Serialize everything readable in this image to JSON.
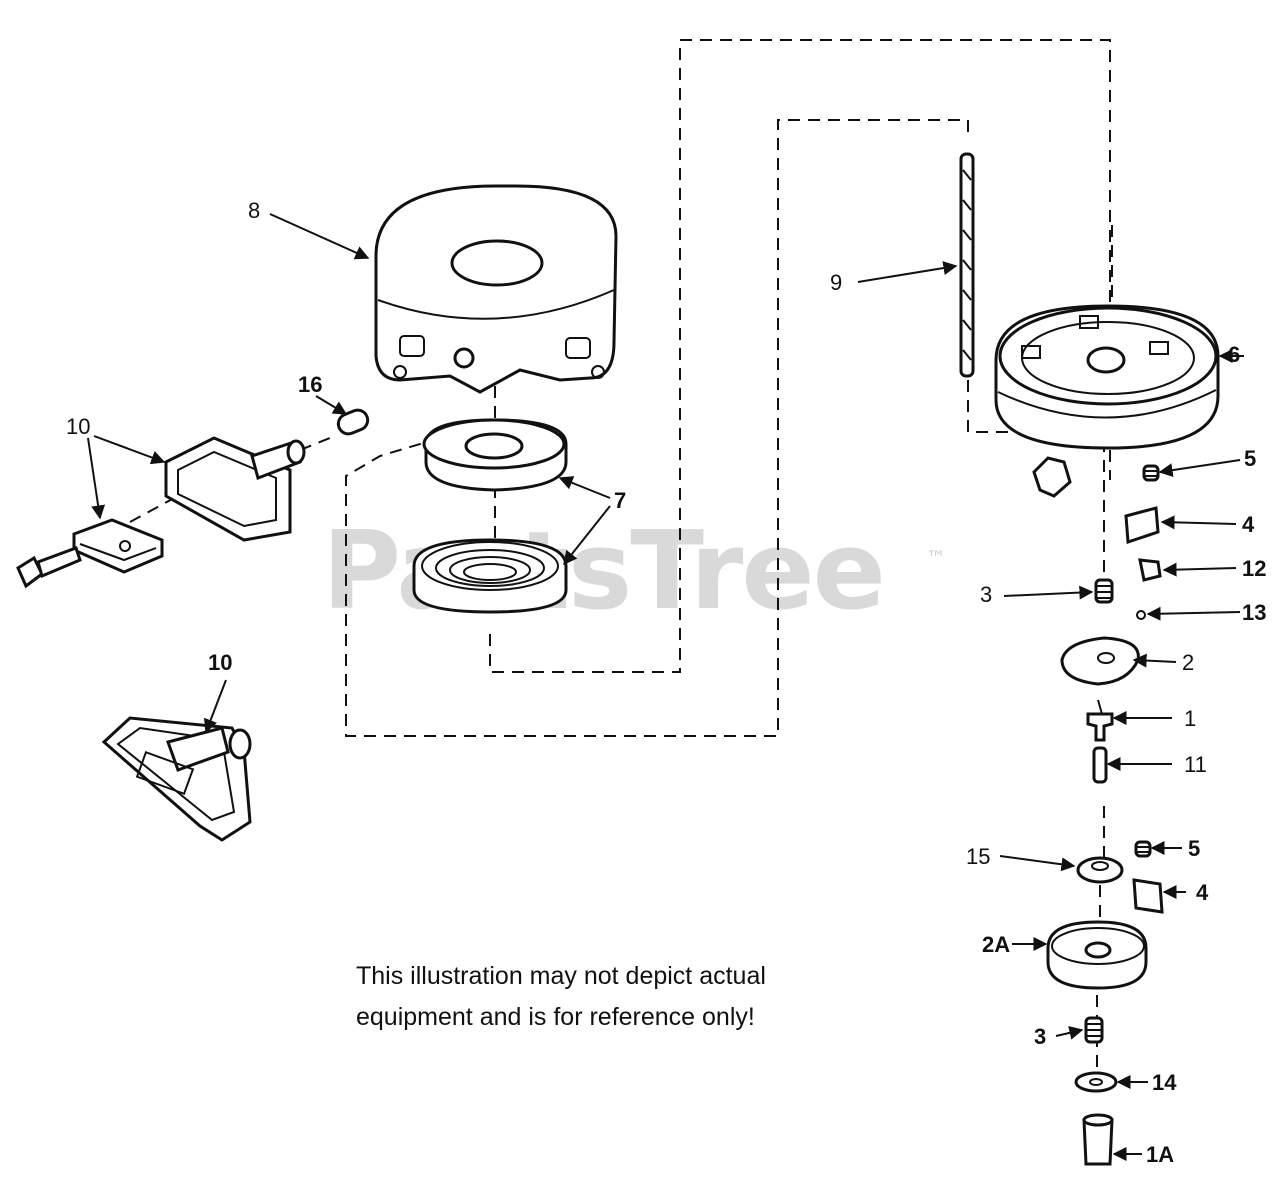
{
  "watermark": {
    "text": "PartsTree",
    "trademark": "™"
  },
  "disclaimer": {
    "line1": "This illustration may not depict actual",
    "line2": "equipment and is for reference only!"
  },
  "callouts": {
    "c8": "8",
    "c16": "16",
    "c10a": "10",
    "c10b": "10",
    "c7": "7",
    "c9": "9",
    "c6": "6",
    "c5a": "5",
    "c4a": "4",
    "c12": "12",
    "c3a": "3",
    "c13": "13",
    "c2": "2",
    "c1": "1",
    "c11": "11",
    "c15": "15",
    "c5b": "5",
    "c4b": "4",
    "c2A": "2A",
    "c3b": "3",
    "c14": "14",
    "c1A": "1A"
  }
}
